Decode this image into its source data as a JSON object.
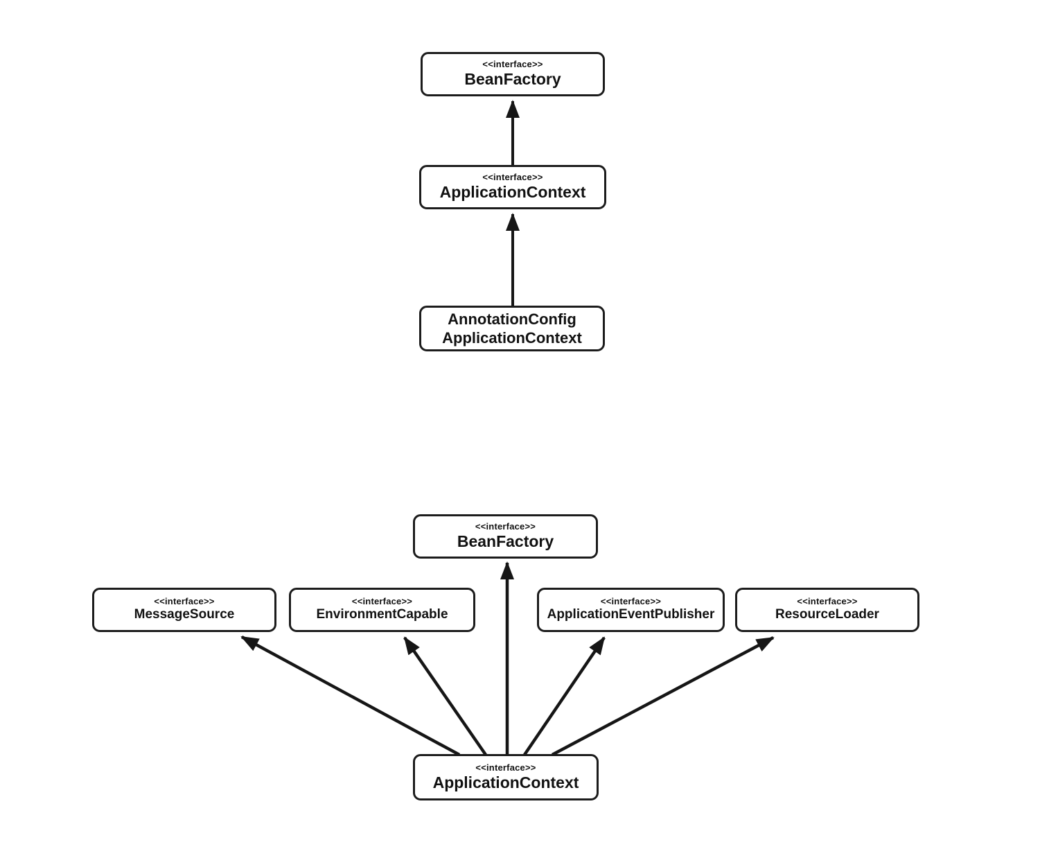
{
  "colors": {
    "background": "#ffffff",
    "box_border": "#1c1c1c",
    "box_fill": "#ffffff",
    "text": "#111111",
    "arrow": "#161616"
  },
  "diagram1": {
    "description": "BeanFactory inheritance chain",
    "nodes": {
      "bean_factory": {
        "stereotype": "<<interface>>",
        "name": "BeanFactory"
      },
      "application_context": {
        "stereotype": "<<interface>>",
        "name": "ApplicationContext"
      },
      "annotation_config_application_context": {
        "name_line1": "AnnotationConfig",
        "name_line2": "ApplicationContext"
      }
    },
    "edges": [
      {
        "from": "ApplicationContext",
        "to": "BeanFactory"
      },
      {
        "from": "AnnotationConfigApplicationContext",
        "to": "ApplicationContext"
      }
    ]
  },
  "diagram2": {
    "description": "ApplicationContext parent interfaces",
    "nodes": {
      "bean_factory": {
        "stereotype": "<<interface>>",
        "name": "BeanFactory"
      },
      "message_source": {
        "stereotype": "<<interface>>",
        "name": "MessageSource"
      },
      "environment_capable": {
        "stereotype": "<<interface>>",
        "name": "EnvironmentCapable"
      },
      "application_event_publisher": {
        "stereotype": "<<interface>>",
        "name": "ApplicationEventPublisher"
      },
      "resource_loader": {
        "stereotype": "<<interface>>",
        "name": "ResourceLoader"
      },
      "application_context": {
        "stereotype": "<<interface>>",
        "name": "ApplicationContext"
      }
    },
    "edges": [
      {
        "from": "ApplicationContext",
        "to": "MessageSource"
      },
      {
        "from": "ApplicationContext",
        "to": "EnvironmentCapable"
      },
      {
        "from": "ApplicationContext",
        "to": "BeanFactory"
      },
      {
        "from": "ApplicationContext",
        "to": "ApplicationEventPublisher"
      },
      {
        "from": "ApplicationContext",
        "to": "ResourceLoader"
      }
    ]
  }
}
